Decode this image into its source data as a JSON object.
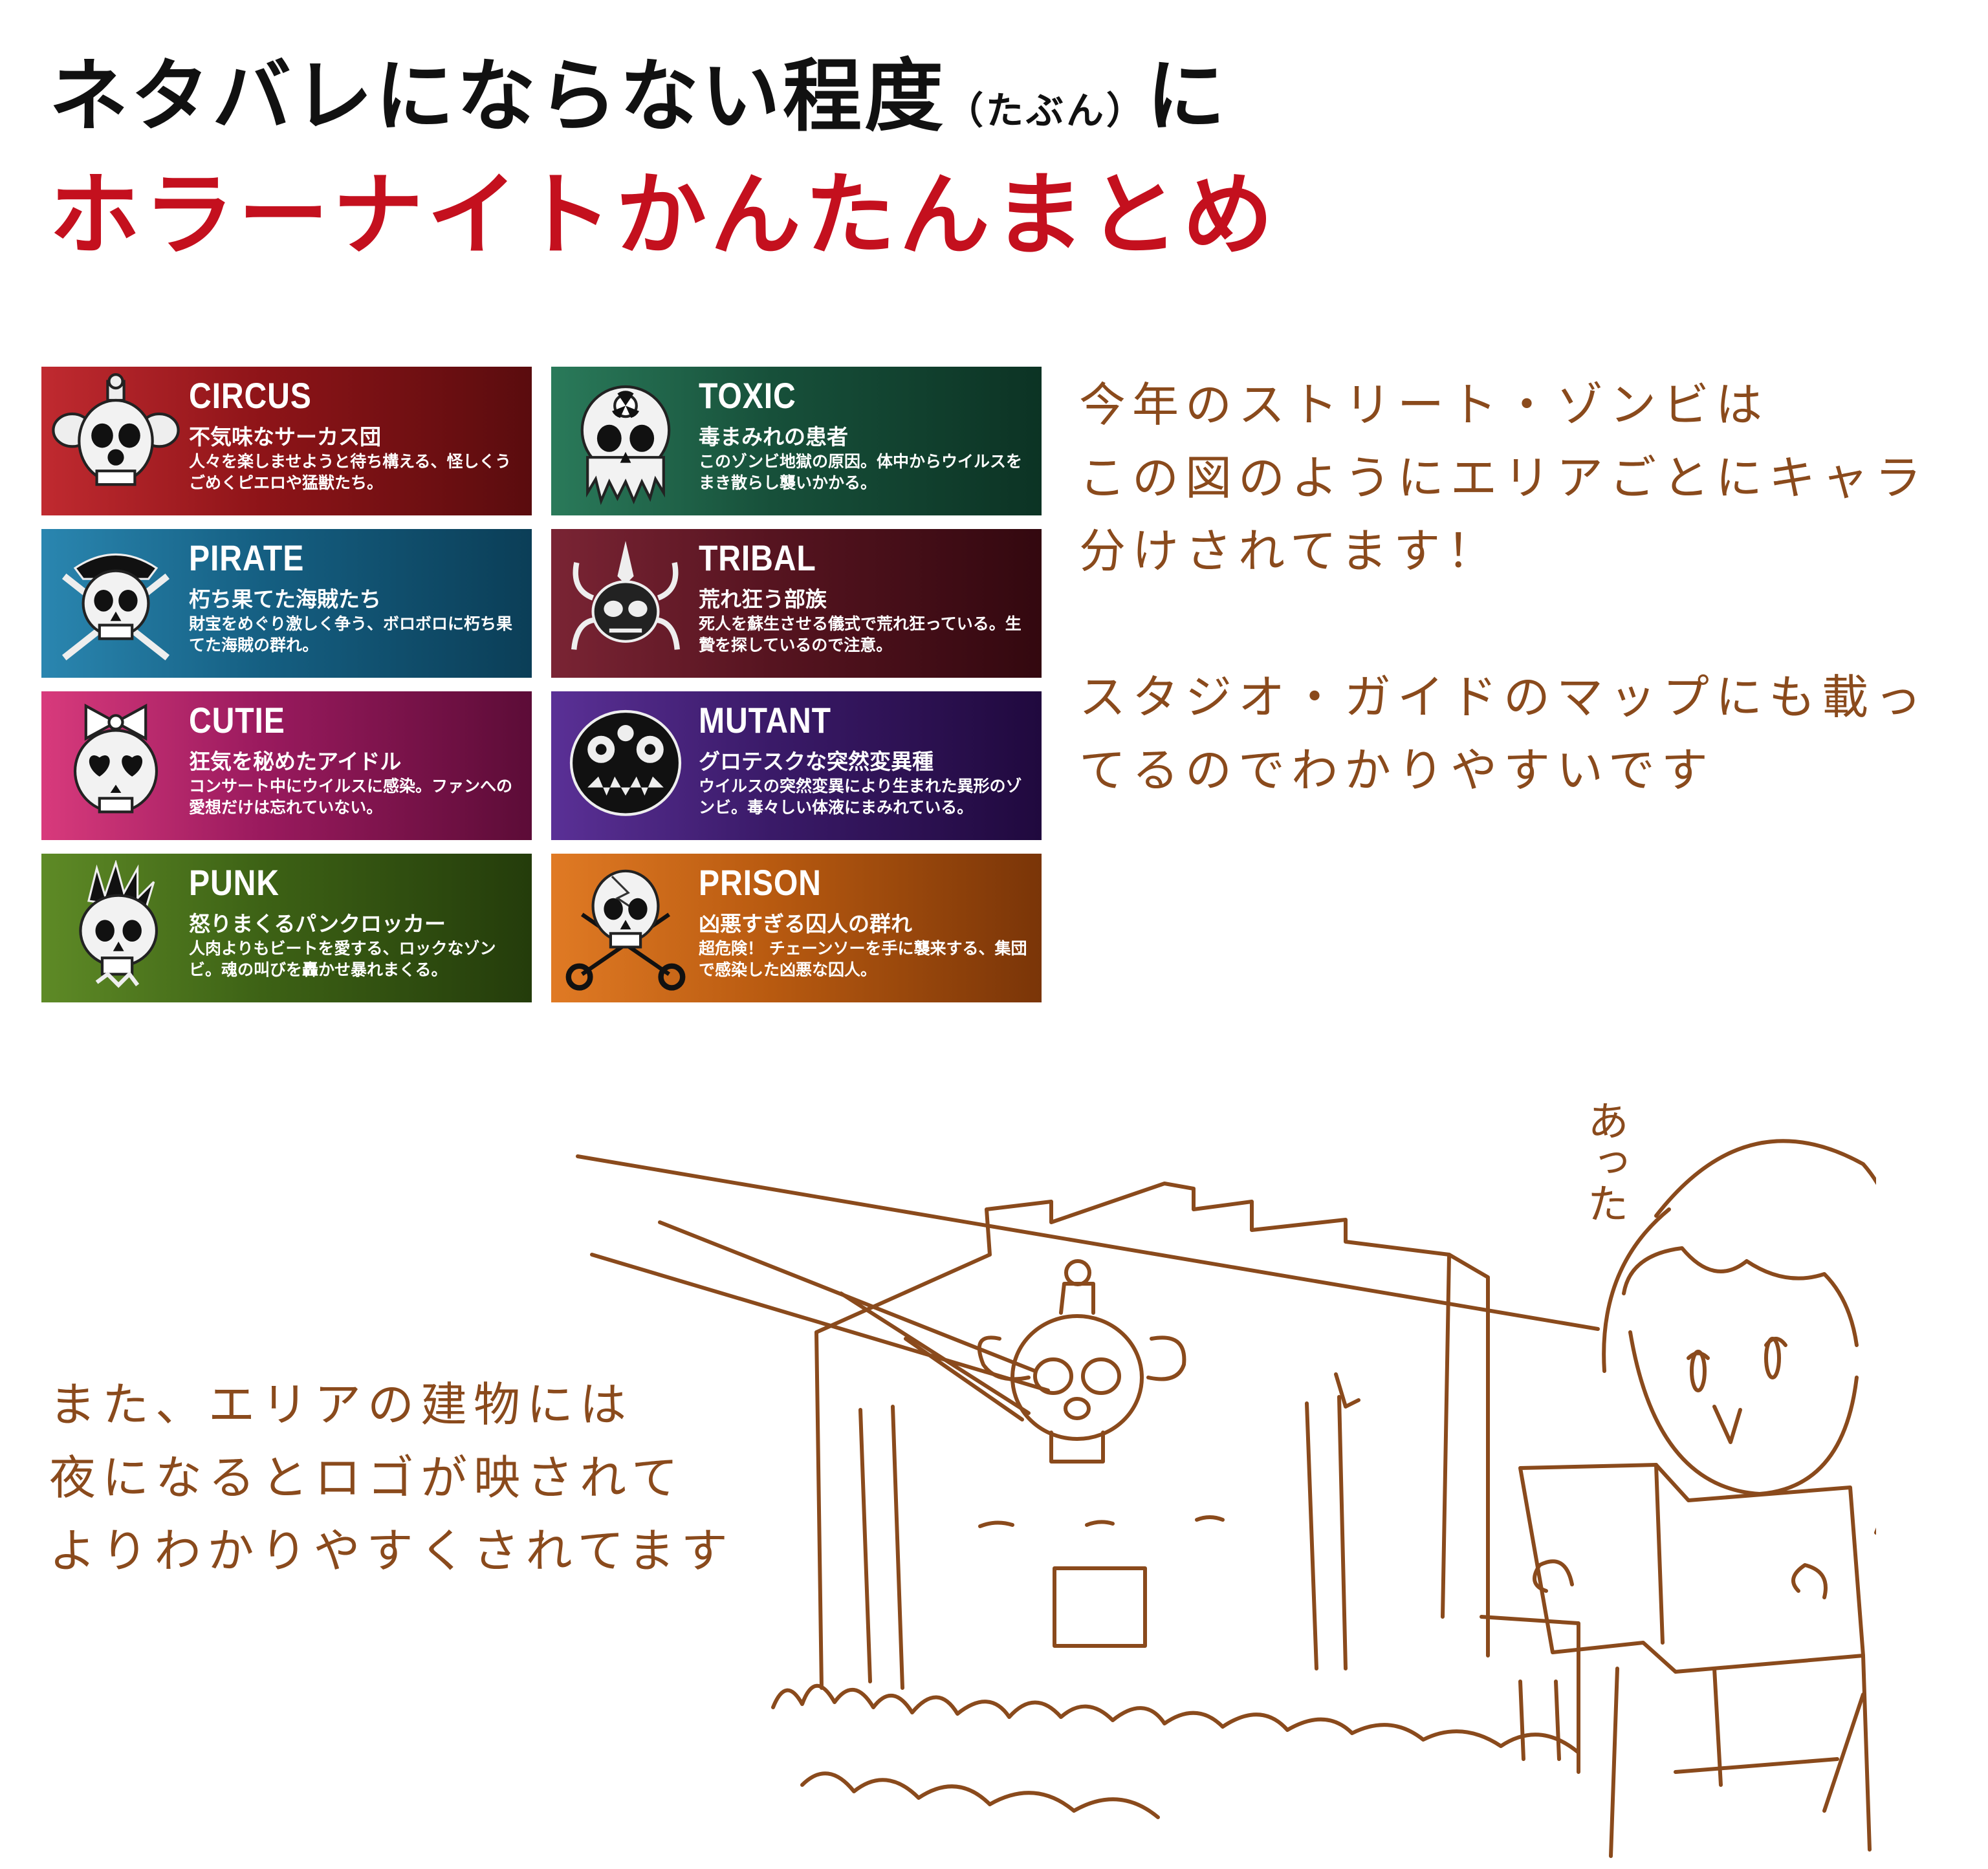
{
  "header": {
    "line1_main": "ネタバレにならない程度",
    "line1_small": "（たぶん）",
    "line1_end": "に",
    "line2": "ホラーナイトかんたんまとめ"
  },
  "cards": [
    {
      "name": "CIRCUS",
      "subtitle": "不気味なサーカス団",
      "desc": "人々を楽しませようと待ち構える、怪しくうごめくピエロや猛獣たち。",
      "color": "#8e1418",
      "icon": "clown-skull-icon"
    },
    {
      "name": "TOXIC",
      "subtitle": "毒まみれの患者",
      "desc": "このゾンビ地獄の原因。体中からウイルスをまき散らし襲いかかる。",
      "color": "#17503a",
      "icon": "radiation-skull-icon"
    },
    {
      "name": "PIRATE",
      "subtitle": "朽ち果てた海賊たち",
      "desc": "財宝をめぐり激しく争う、ボロボロに朽ち果てた海賊の群れ。",
      "color": "#155f82",
      "icon": "pirate-skull-icon"
    },
    {
      "name": "TRIBAL",
      "subtitle": "荒れ狂う部族",
      "desc": "死人を蘇生させる儀式で荒れ狂っている。生贄を探しているので注意。",
      "color": "#561420",
      "icon": "tribal-skull-icon"
    },
    {
      "name": "CUTIE",
      "subtitle": "狂気を秘めたアイドル",
      "desc": "コンサート中にウイルスに感染。ファンへの愛想だけは忘れていない。",
      "color": "#9a1a5e",
      "icon": "ribbon-skull-icon"
    },
    {
      "name": "MUTANT",
      "subtitle": "グロテスクな突然変異種",
      "desc": "ウイルスの突然変異により生まれた異形のゾンビ。毒々しい体液にまみれている。",
      "color": "#3a1a68",
      "icon": "mutant-skull-icon"
    },
    {
      "name": "PUNK",
      "subtitle": "怒りまくるパンクロッカー",
      "desc": "人肉よりもビートを愛する、ロックなゾンビ。魂の叫びを轟かせ暴れまくる。",
      "color": "#3d6215",
      "icon": "mohawk-skull-icon"
    },
    {
      "name": "PRISON",
      "subtitle": "凶悪すぎる囚人の群れ",
      "desc": "超危険！ チェーンソーを手に襲来する、集団で感染した凶悪な囚人。",
      "color": "#b85a10",
      "icon": "prison-skull-icon"
    }
  ],
  "note1": {
    "line1": "今年のストリート・ゾンビは",
    "line2": "この図のようにエリアごとにキャラ",
    "line3": "分けされてます！",
    "line4": "スタジオ・ガイドのマップにも載っ",
    "line5": "てるのでわかりやすいです"
  },
  "note2": {
    "line1": "また、エリアの建物には",
    "line2": "夜になるとロゴが映されて",
    "line3": "よりわかりやすくされてます"
  },
  "illustration": {
    "speech": "あった"
  },
  "colors": {
    "title_red": "#c4101e",
    "handwriting_brown": "#8a4a1c"
  }
}
